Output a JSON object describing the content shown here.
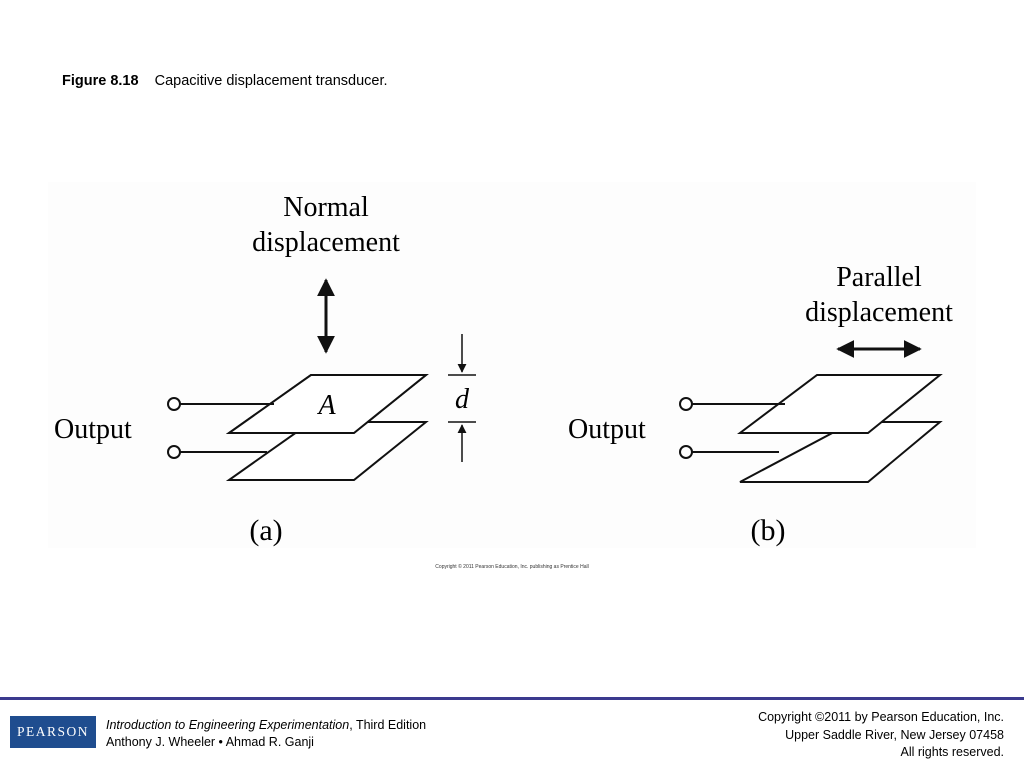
{
  "slide": {
    "figure_number": "Figure 8.18",
    "caption": "Capacitive displacement transducer."
  },
  "figure": {
    "a": {
      "label": "(a)",
      "displacement_line1": "Normal",
      "displacement_line2": "displacement",
      "output_label": "Output",
      "area_label": "A",
      "gap_label": "d"
    },
    "b": {
      "label": "(b)",
      "displacement_line1": "Parallel",
      "displacement_line2": "displacement",
      "output_label": "Output"
    },
    "copyright": "Copyright © 2011 Pearson Education, Inc. publishing as Prentice Hall"
  },
  "footer": {
    "logo_text": "PEARSON",
    "book_title": "Introduction to Engineering Experimentation",
    "edition": ", Third Edition",
    "authors": "Anthony J. Wheeler • Ahmad R. Ganji",
    "copyright_line1": "Copyright ©2011 by Pearson Education, Inc.",
    "copyright_line2": "Upper Saddle River, New Jersey 07458",
    "copyright_line3": "All rights reserved.",
    "accent_color": "#3b3a8e",
    "logo_color": "#1f4d8f"
  }
}
